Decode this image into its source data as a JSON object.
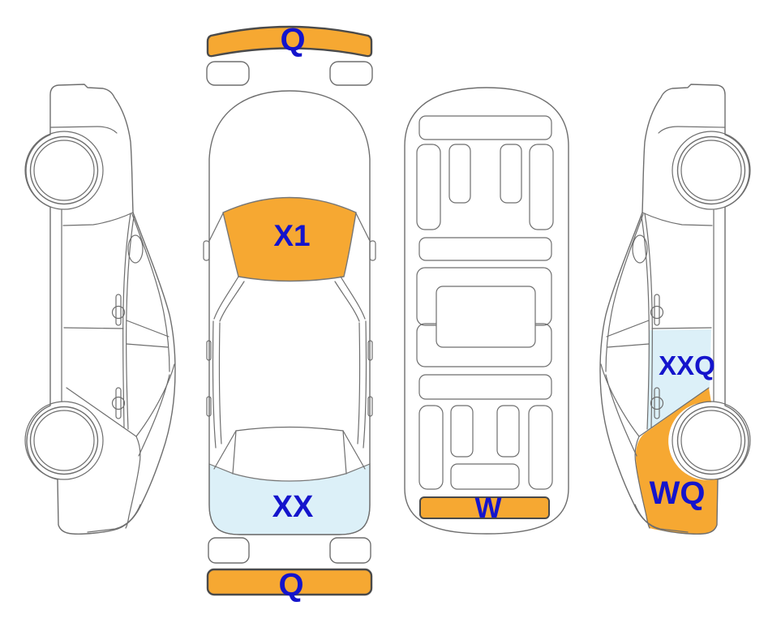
{
  "diagram": {
    "title": "vehicle-damage-inspection-diagram",
    "views": {
      "top": {
        "zones": [
          {
            "id": "front-bumper",
            "label": "Q"
          },
          {
            "id": "windshield",
            "label": "X1"
          },
          {
            "id": "trunk",
            "label": "XX"
          },
          {
            "id": "rear-bumper",
            "label": "Q"
          }
        ]
      },
      "underside": {
        "zones": [
          {
            "id": "rear-crossmember",
            "label": "W"
          }
        ]
      },
      "side_right": {
        "zones": [
          {
            "id": "rear-door",
            "label": "XXQ"
          },
          {
            "id": "rear-fender",
            "label": "WQ"
          }
        ]
      }
    },
    "colors": {
      "damage_orange": "#F6A832",
      "damage_light_blue": "#DCF0F8",
      "label_blue": "#1414CC",
      "outline_gray": "#6E6E6E",
      "bumper_border": "#4A4A4A"
    }
  }
}
